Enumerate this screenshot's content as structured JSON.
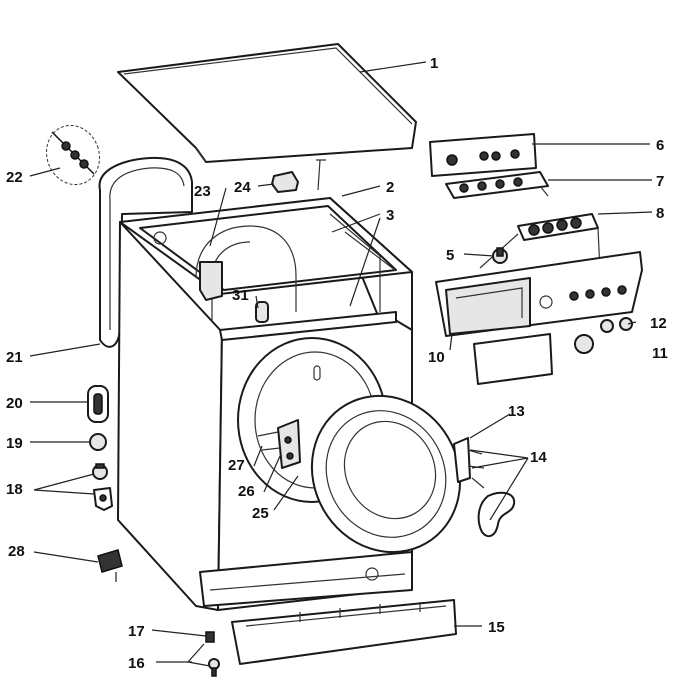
{
  "callouts": [
    {
      "id": "1",
      "text": "1"
    },
    {
      "id": "2",
      "text": "2"
    },
    {
      "id": "3",
      "text": "3"
    },
    {
      "id": "5",
      "text": "5"
    },
    {
      "id": "6",
      "text": "6"
    },
    {
      "id": "7",
      "text": "7"
    },
    {
      "id": "8",
      "text": "8"
    },
    {
      "id": "10",
      "text": "10"
    },
    {
      "id": "11",
      "text": "11"
    },
    {
      "id": "12",
      "text": "12"
    },
    {
      "id": "13",
      "text": "13"
    },
    {
      "id": "14",
      "text": "14"
    },
    {
      "id": "15",
      "text": "15"
    },
    {
      "id": "16",
      "text": "16"
    },
    {
      "id": "17",
      "text": "17"
    },
    {
      "id": "18",
      "text": "18"
    },
    {
      "id": "19",
      "text": "19"
    },
    {
      "id": "20",
      "text": "20"
    },
    {
      "id": "21",
      "text": "21"
    },
    {
      "id": "22",
      "text": "22"
    },
    {
      "id": "23",
      "text": "23"
    },
    {
      "id": "24",
      "text": "24"
    },
    {
      "id": "25",
      "text": "25"
    },
    {
      "id": "26",
      "text": "26"
    },
    {
      "id": "27",
      "text": "27"
    },
    {
      "id": "28",
      "text": "28"
    },
    {
      "id": "31",
      "text": "31"
    }
  ]
}
